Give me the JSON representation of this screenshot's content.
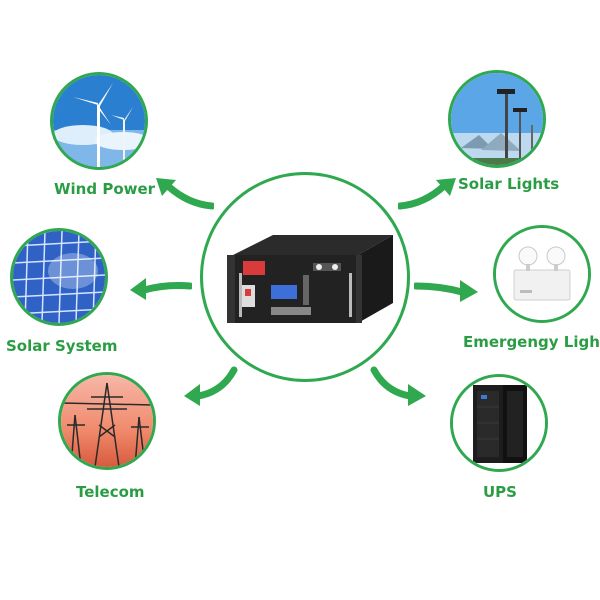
{
  "colors": {
    "accent": "#2fa84f",
    "label": "#2a9d44"
  },
  "center": {
    "label": "battery-rack-icon"
  },
  "applications": [
    {
      "label": "Wind Power",
      "icon": "wind-turbine-icon"
    },
    {
      "label": "Solar Lights",
      "icon": "solar-street-light-icon"
    },
    {
      "label": "Solar System",
      "icon": "solar-panel-icon"
    },
    {
      "label": "Emergengy Light",
      "icon": "emergency-light-icon"
    },
    {
      "label": "Telecom",
      "icon": "power-tower-icon"
    },
    {
      "label": "UPS",
      "icon": "ups-cabinet-icon"
    }
  ]
}
